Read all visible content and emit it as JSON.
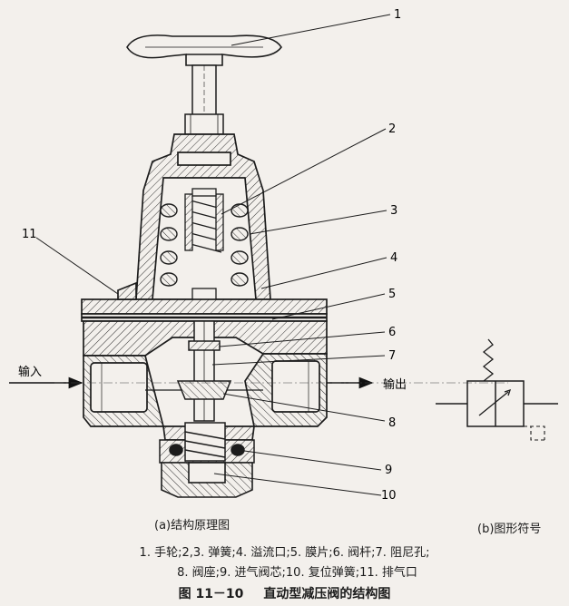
{
  "callouts": [
    "1",
    "2",
    "3",
    "4",
    "5",
    "6",
    "7",
    "8",
    "9",
    "10",
    "11"
  ],
  "ports": {
    "input": "输入",
    "output": "输出"
  },
  "captions": {
    "a": "(a)结构原理图",
    "b": "(b)图形符号"
  },
  "legend": {
    "line1": "1. 手轮;2,3. 弹簧;4. 溢流口;5. 膜片;6. 阀杆;7. 阻尼孔;",
    "line2": "8. 阀座;9. 进气阀芯;10. 复位弹簧;11. 排气口"
  },
  "figure": {
    "number": "图 11－10",
    "title": "直动型减压阀的结构图"
  }
}
